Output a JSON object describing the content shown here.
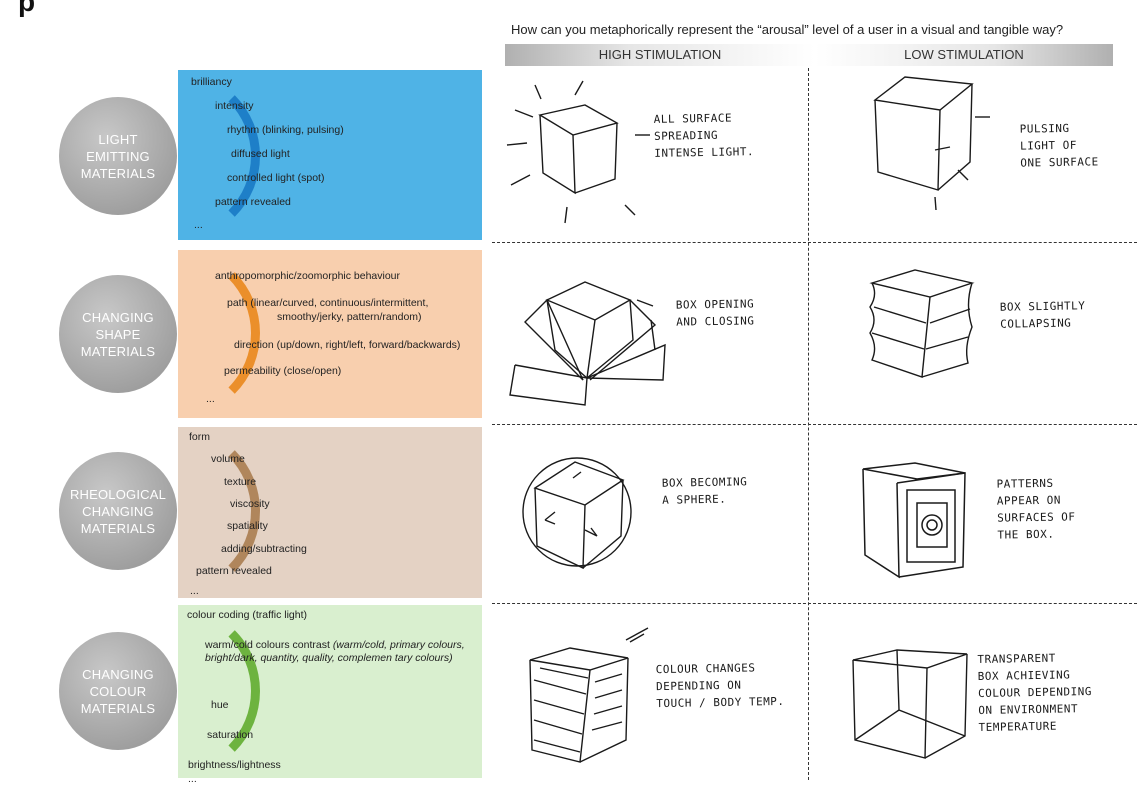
{
  "header_fragment": "p",
  "question": "How can you metaphorically represent the “arousal” level of a user in a visual and tangible way?",
  "columns": {
    "high": "HIGH STIMULATION",
    "low": "LOW STIMULATION"
  },
  "categories": [
    {
      "title": [
        "LIGHT",
        "EMITTING",
        "MATERIALS"
      ],
      "color": "#4fb3e6",
      "arc_color": "#1e7fc8",
      "items": [
        "brilliancy",
        "intensity",
        "rhythm (blinking, pulsing)",
        "diffused light",
        "controlled light (spot)",
        "pattern revealed",
        "..."
      ],
      "high_note": [
        "ALL SURFACE",
        "SPREADING",
        "INTENSE LIGHT."
      ],
      "low_note": [
        "PULSING",
        "LIGHT OF",
        "ONE SURFACE"
      ]
    },
    {
      "title": [
        "CHANGING",
        "SHAPE",
        "MATERIALS"
      ],
      "color": "#f8cfae",
      "arc_color": "#eb8f2b",
      "items": [
        "anthropomorphic/zoomorphic behaviour",
        "path (linear/curved, continuous/intermittent,",
        "smoothy/jerky, pattern/random)",
        "direction (up/down, right/left, forward/backwards)",
        "permeability (close/open)",
        "..."
      ],
      "high_note": [
        "BOX OPENING",
        "AND CLOSING"
      ],
      "low_note": [
        "BOX SLIGHTLY",
        "COLLAPSING"
      ]
    },
    {
      "title": [
        "RHEOLOGICAL",
        "CHANGING",
        "MATERIALS"
      ],
      "color": "#e4d2c4",
      "arc_color": "#b0865c",
      "items": [
        "form",
        "volume",
        "texture",
        "viscosity",
        "spatiality",
        "adding/subtracting",
        "pattern revealed",
        "..."
      ],
      "high_note": [
        "BOX BECOMING",
        "A SPHERE."
      ],
      "low_note": [
        "PATTERNS",
        "APPEAR ON",
        "SURFACES OF",
        "THE BOX."
      ]
    },
    {
      "title": [
        "CHANGING",
        "COLOUR",
        "MATERIALS"
      ],
      "color": "#d9efcf",
      "arc_color": "#6db33f",
      "items": [
        "colour coding (traffic light)",
        "warm/cold colours contrast",
        "hue",
        "saturation",
        "brightness/lightness",
        "..."
      ],
      "items_italic": "(warm/cold, primary colours, bright/dark, quantity, quality, complemen tary colours)",
      "high_note": [
        "COLOUR CHANGES",
        "DEPENDING ON",
        "TOUCH / BODY TEMP."
      ],
      "low_note": [
        "TRANSPARENT",
        "BOX ACHIEVING",
        "COLOUR DEPENDING",
        "ON ENVIRONMENT",
        "TEMPERATURE"
      ]
    }
  ]
}
